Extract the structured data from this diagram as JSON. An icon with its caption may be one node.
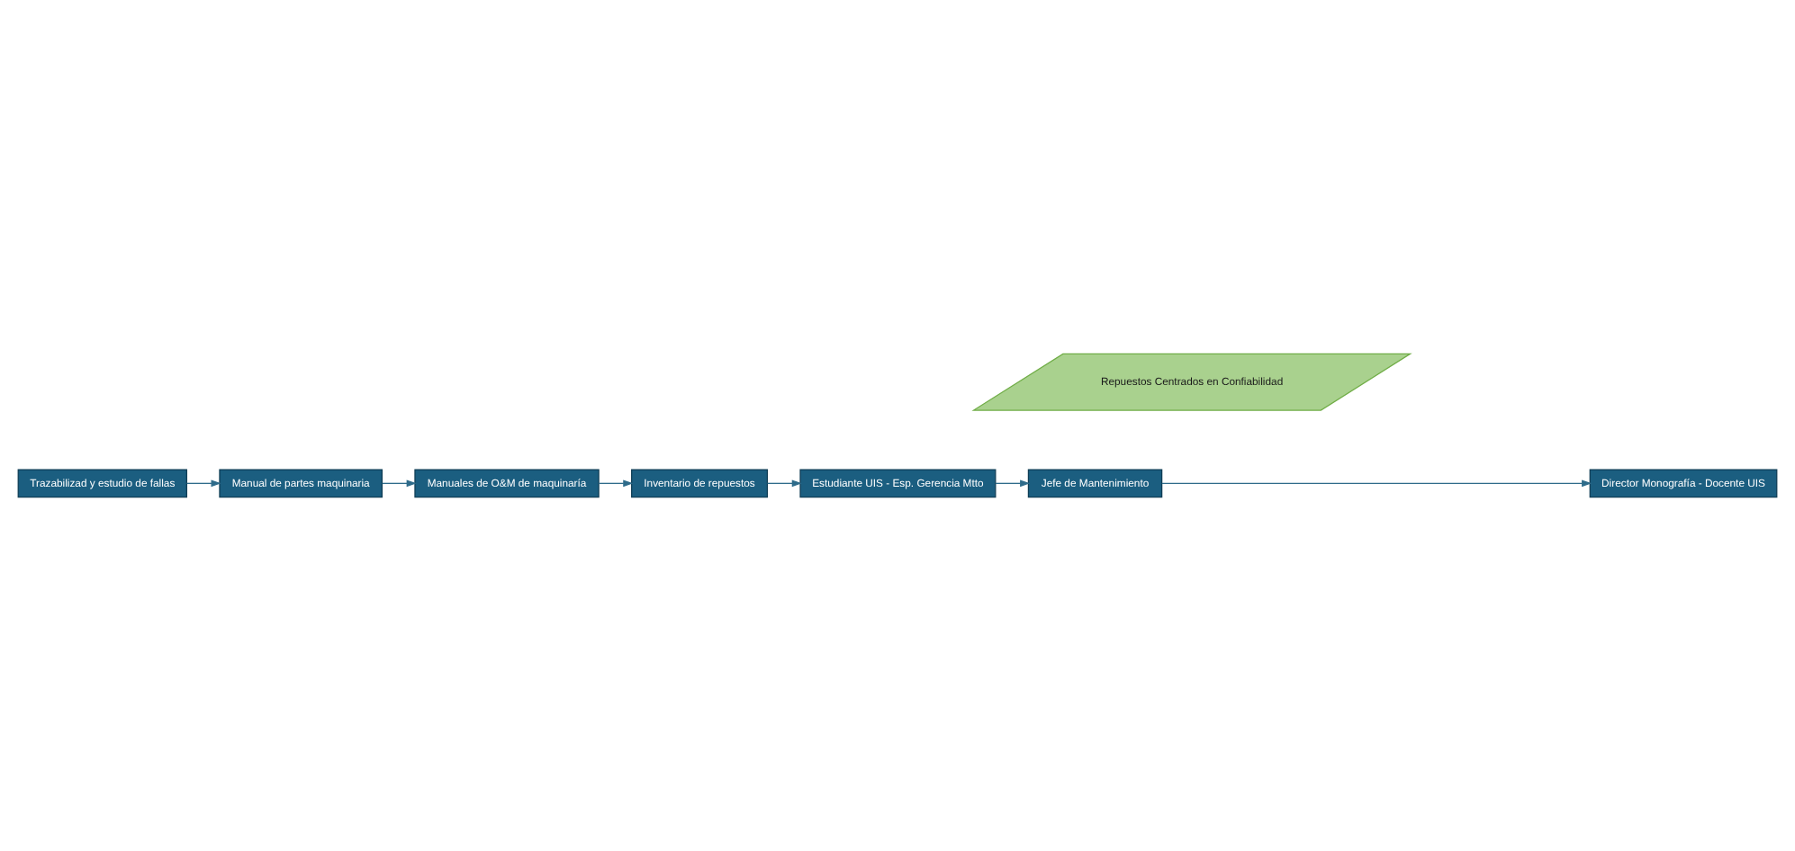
{
  "diagram": {
    "nodes": [
      {
        "text": [
          "Jefe de Mantenimiento"
        ]
      },
      {
        "text": [
          "Director Monografía - Docente UIS"
        ]
      },
      {
        "text": [
          "Estudiante UIS - Esp. Gerencia Mtto"
        ]
      },
      {
        "text": [
          "Repuestos Centrados en Confiabilidad"
        ]
      },
      {
        "text": [
          "Inventario de repuestos"
        ]
      },
      {
        "text": [
          "Trazabilizad y estudio de fallas"
        ]
      },
      {
        "text": [
          "Manuales de O&M de maquinaría"
        ]
      },
      {
        "text": [
          "Manual de partes maquinaria"
        ]
      }
    ],
    "edges": [
      {
        "from": 2,
        "to": 0,
        "arrow": "to"
      },
      {
        "from": 0,
        "to": 1,
        "arrow": "to"
      },
      {
        "from": 5,
        "to": 7,
        "arrow": "to"
      },
      {
        "from": 7,
        "to": 6,
        "arrow": "to"
      },
      {
        "from": 6,
        "to": 4,
        "arrow": "to"
      },
      {
        "from": 4,
        "to": 2,
        "arrow": "to"
      }
    ]
  }
}
